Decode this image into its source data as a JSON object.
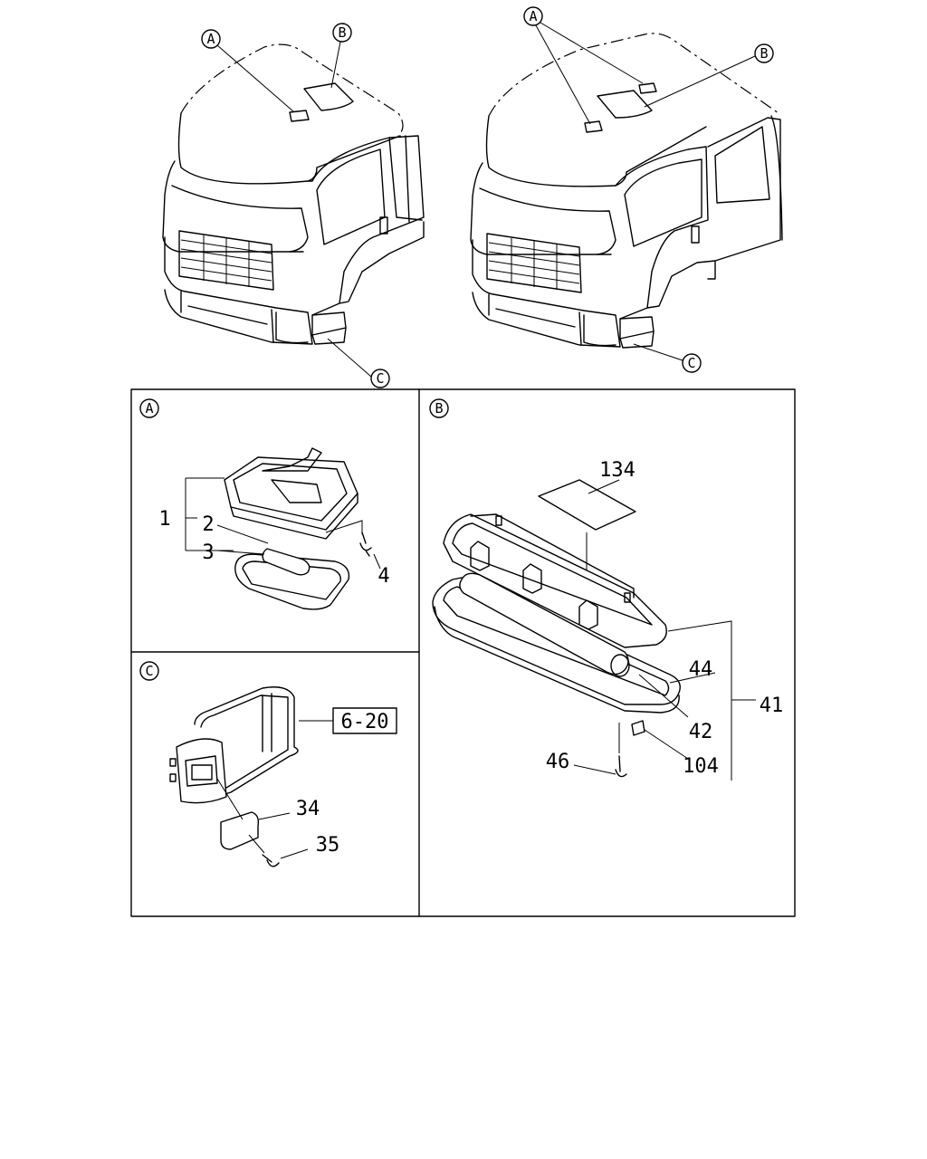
{
  "callouts": {
    "a": "A",
    "b": "B",
    "c": "C"
  },
  "panels": {
    "a": {
      "title": "A",
      "parts": [
        "1",
        "2",
        "3",
        "4"
      ]
    },
    "b": {
      "title": "B",
      "parts": [
        "134",
        "44",
        "41",
        "42",
        "46",
        "104"
      ]
    },
    "c": {
      "title": "C",
      "parts": [
        "6-20",
        "34",
        "35"
      ]
    }
  }
}
